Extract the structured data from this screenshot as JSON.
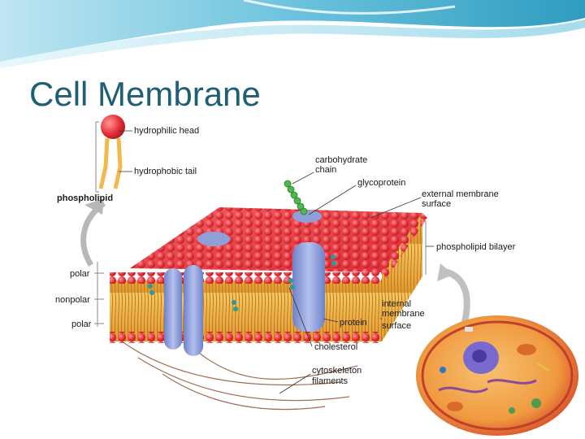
{
  "slide": {
    "title": "Cell Membrane",
    "accent_color": "#1f5f74",
    "banner_colors": [
      "#3fa6c6",
      "#8fd3e8",
      "#e6f6fb"
    ]
  },
  "diagram": {
    "labels": {
      "hydrophilic_head": "hydrophilic head",
      "hydrophobic_tail": "hydrophobic tail",
      "phospholipid": "phospholipid",
      "carbohydrate_chain_1": "carbohydrate",
      "carbohydrate_chain_2": "chain",
      "glycoprotein": "glycoprotein",
      "external_surface_1": "external membrane",
      "external_surface_2": "surface",
      "phospholipid_bilayer": "phospholipid bilayer",
      "polar_top": "polar",
      "nonpolar": "nonpolar",
      "polar_bottom": "polar",
      "internal_surface_1": "internal",
      "internal_surface_2": "membrane",
      "internal_surface_3": "surface",
      "protein": "protein",
      "cholesterol": "cholesterol",
      "cytoskeleton_1": "cytoskeleton",
      "cytoskeleton_2": "filaments"
    },
    "colors": {
      "head": "#e8323c",
      "tail": "#f2b84a",
      "protein": "#8f9fd8",
      "chain": "#4fb84f",
      "cytoskeleton": "#8a4a2a",
      "cell_outer": "#d64a2a",
      "cell_inner": "#f0a040",
      "nucleus": "#7a6ad0"
    }
  }
}
